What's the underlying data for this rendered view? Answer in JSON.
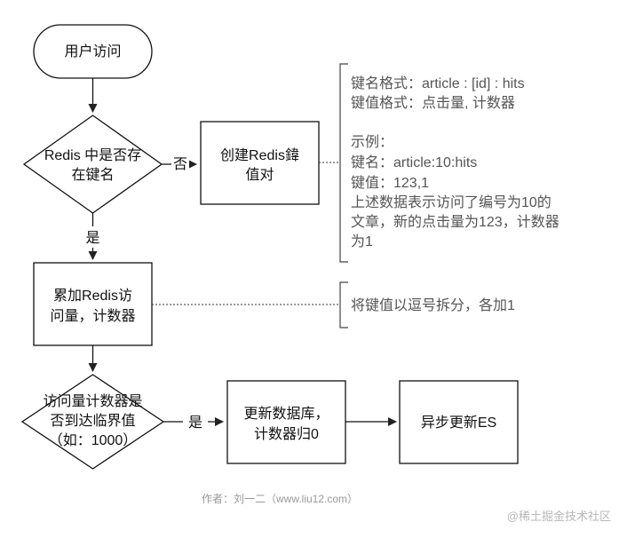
{
  "nodes": {
    "start": {
      "text": "用户访问"
    },
    "redis_check": {
      "lines": [
        "Redis 中是否存",
        "在键名"
      ]
    },
    "create_pair": {
      "lines": [
        "创建Redis鍏",
        "值对"
      ]
    },
    "accumulate": {
      "lines": [
        "累加Redis访",
        "问量，计数器"
      ]
    },
    "threshold_check": {
      "lines": [
        "访问量计数器是",
        "否到达临界值",
        "（如：1000）"
      ]
    },
    "update_db": {
      "lines": [
        "更新数据库，",
        "计数器归0"
      ]
    },
    "async_es": {
      "text": "异步更新ES"
    }
  },
  "edges": {
    "no_label": "否",
    "yes_label_1": "是",
    "yes_label_2": "是"
  },
  "notes": {
    "key_format": {
      "lines": [
        "键名格式：article : [id] : hits",
        "键值格式：点击量, 计数器",
        "",
        "示例：",
        "键名：article:10:hits",
        "键值：123,1",
        "上述数据表示访问了编号为10的",
        "文章，新的点击量为123，计数器",
        "为1"
      ]
    },
    "split_rule": {
      "text": "将键值以逗号拆分，各加1"
    }
  },
  "footer": {
    "credit": "作者：刘一二（www.liu12.com）",
    "watermark": "@稀土掘金技术社区"
  },
  "colors": {
    "line": "#111111",
    "note_bracket": "#444444",
    "note_text": "#555555",
    "credit": "#999999"
  }
}
